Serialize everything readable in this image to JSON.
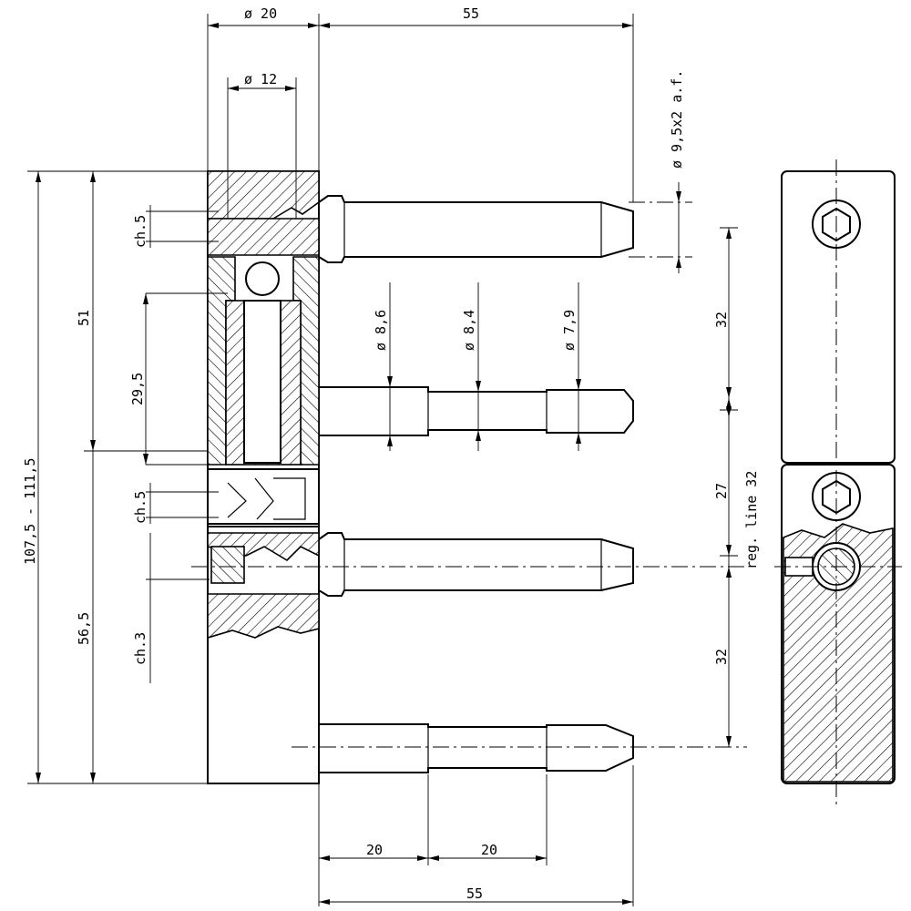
{
  "dimensions": {
    "barrel_diameter": "ø 20",
    "top_pin_length": "55",
    "inner_diameter": "ø 12",
    "hex_socket": "ø 9,5x2 a.f.",
    "total_height": "107,5 - 111,5",
    "upper_height": "51",
    "sleeve_length": "29,5",
    "lower_height": "56,5",
    "chamfer_top": "ch.5",
    "chamfer_mid": "ch.5",
    "chamfer_bottom": "ch.3",
    "pin_diameter_1": "ø 8,6",
    "pin_diameter_2": "ø 8,4",
    "pin_diameter_3": "ø 7,9",
    "spacing_upper": "32",
    "spacing_middle": "27",
    "spacing_lower": "32",
    "ref_line": "reg. line 32",
    "step_length_1": "20",
    "step_length_2": "20",
    "bottom_pin_length": "55"
  }
}
